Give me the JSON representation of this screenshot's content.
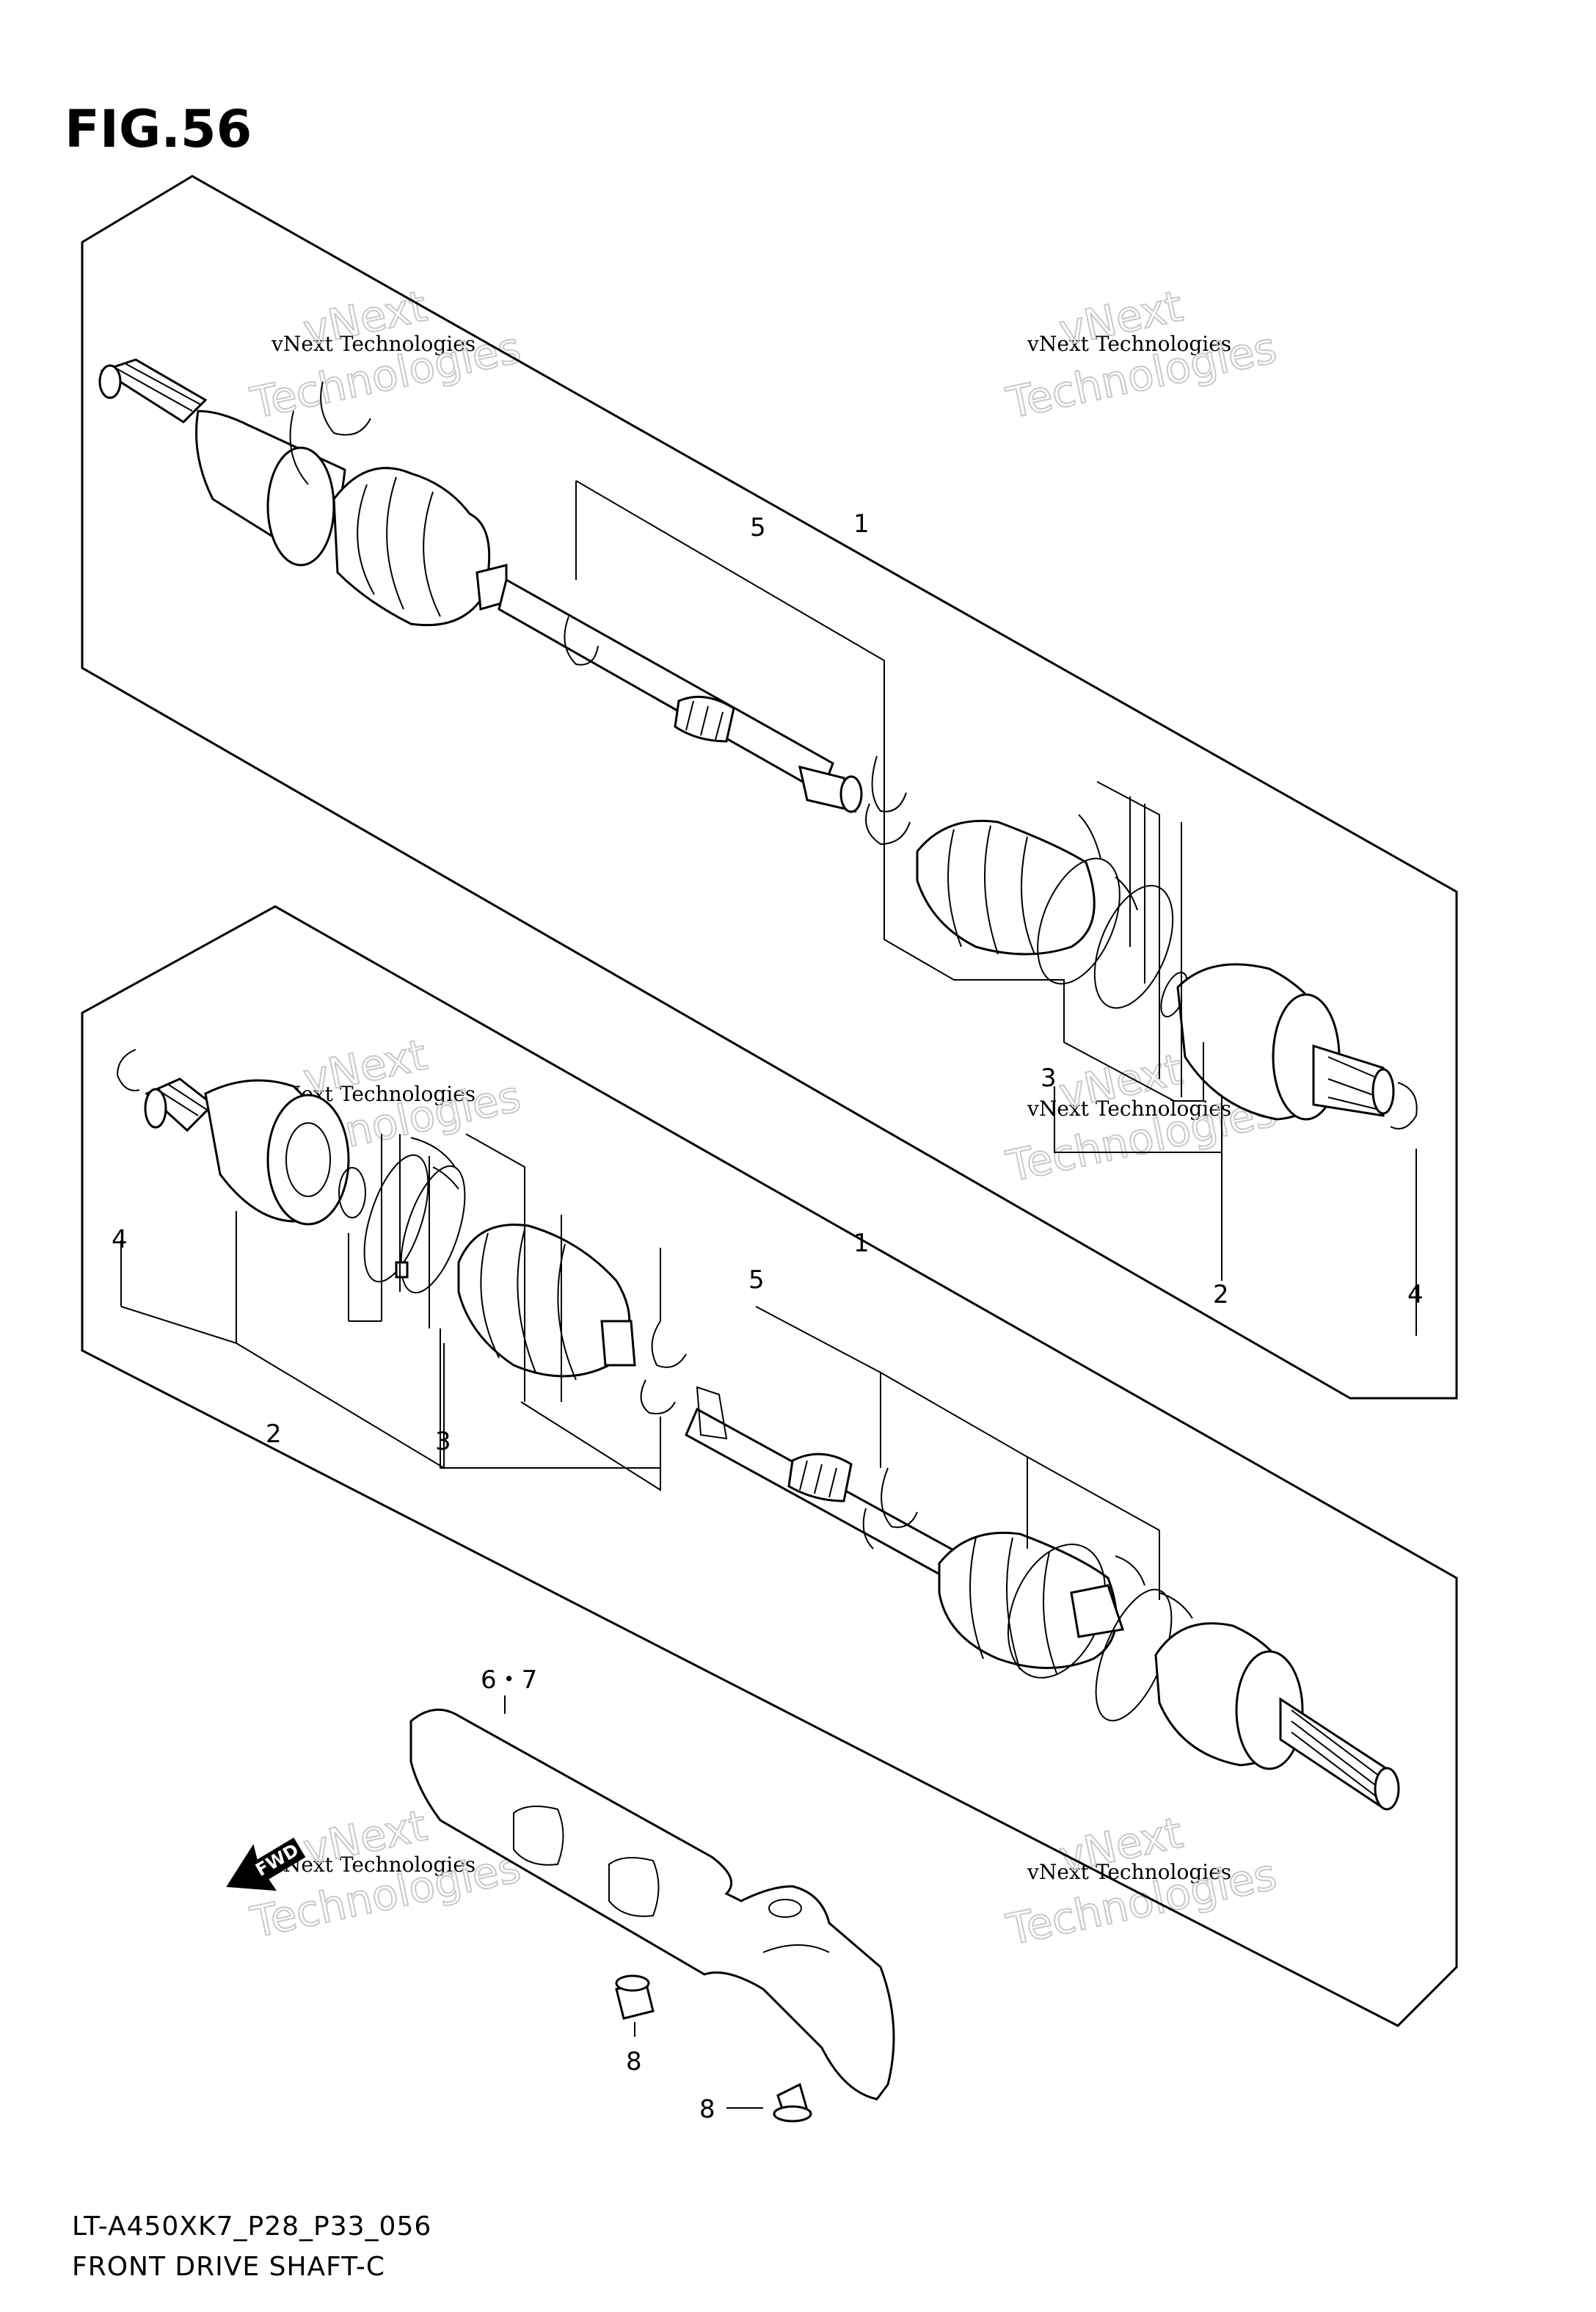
{
  "figure": {
    "title": "FIG.56",
    "model_code": "LT-A450XK7_P28_P33_056",
    "name": "FRONT DRIVE SHAFT-C"
  },
  "callouts": {
    "upper_1": "1",
    "upper_5": "5",
    "upper_3": "3",
    "upper_2": "2",
    "upper_4": "4",
    "lower_1": "1",
    "lower_5": "5",
    "lower_4": "4",
    "lower_2": "2",
    "lower_3": "3",
    "guard": "6・7",
    "bolt_a": "8",
    "bolt_b": "8"
  },
  "watermark": {
    "small": "vNext Technologies",
    "big_1": "vNext",
    "big_2": "Technologies"
  },
  "fwd_label": "FWD"
}
